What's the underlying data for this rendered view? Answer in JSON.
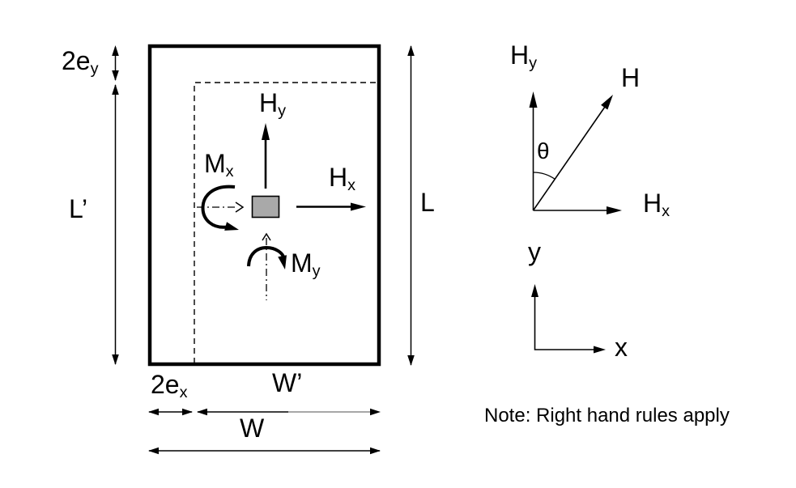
{
  "colors": {
    "stroke": "#000000",
    "pad_fill": "#a9a9a9",
    "wprime_fade": "#8a8a8a",
    "background": "#ffffff"
  },
  "footing": {
    "labels": {
      "dim_2ey": {
        "base": "2e",
        "sub": "y"
      },
      "dim_L_prime": "L’",
      "dim_L": "L",
      "dim_2ex": {
        "base": "2e",
        "sub": "x"
      },
      "dim_W_prime": "W’",
      "dim_W": "W",
      "force_Hy": {
        "base": "H",
        "sub": "y"
      },
      "force_Hx": {
        "base": "H",
        "sub": "x"
      },
      "moment_Mx": {
        "base": "M",
        "sub": "x"
      },
      "moment_My": {
        "base": "M",
        "sub": "y"
      }
    }
  },
  "vector_diagram": {
    "labels": {
      "Hy": {
        "base": "H",
        "sub": "y"
      },
      "H": "H",
      "theta": "θ",
      "Hx": {
        "base": "H",
        "sub": "x"
      }
    }
  },
  "axes": {
    "x_label": "x",
    "y_label": "y"
  },
  "note": {
    "text": "Note: Right hand rules apply"
  }
}
